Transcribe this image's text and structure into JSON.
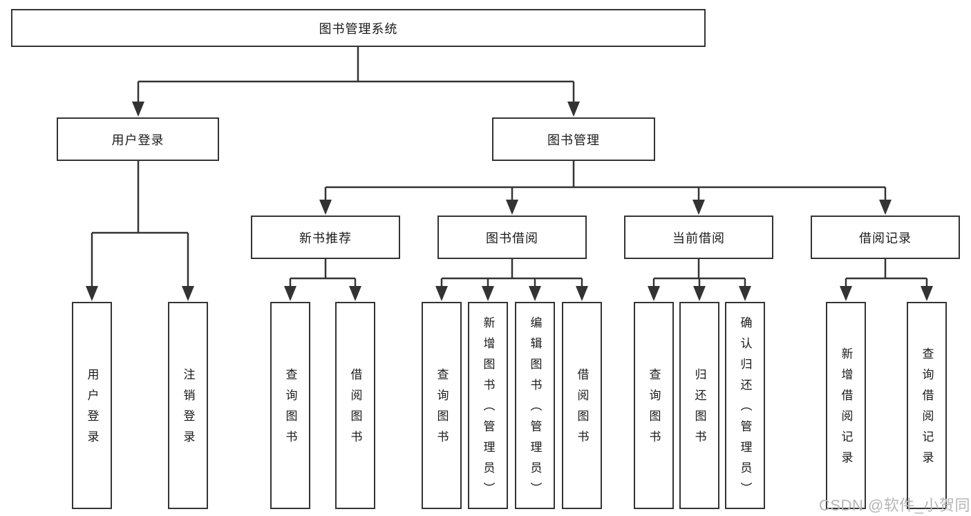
{
  "tree": {
    "root": {
      "label": "图书管理系统"
    },
    "branches": [
      {
        "label": "用户登录",
        "children": [
          {
            "label": "用户登录"
          },
          {
            "label": "注销登录"
          }
        ]
      },
      {
        "label": "图书管理",
        "groups": [
          {
            "label": "新书推荐",
            "children": [
              {
                "label": "查询图书"
              },
              {
                "label": "借阅图书"
              }
            ]
          },
          {
            "label": "图书借阅",
            "children": [
              {
                "label": "查询图书"
              },
              {
                "label": "新增图书（管理员）"
              },
              {
                "label": "编辑图书（管理员）"
              },
              {
                "label": "借阅图书"
              }
            ]
          },
          {
            "label": "当前借阅",
            "children": [
              {
                "label": "查询图书"
              },
              {
                "label": "归还图书"
              },
              {
                "label": "确认归还（管理员）"
              }
            ]
          },
          {
            "label": "借阅记录",
            "children": [
              {
                "label": "新增借阅记录"
              },
              {
                "label": "查询借阅记录"
              }
            ]
          }
        ]
      }
    ]
  },
  "watermark": {
    "text": "CSDN @软件_小贺同学"
  },
  "colors": {
    "line": "#333333",
    "background": "#ffffff",
    "watermark": "#b5b5b5"
  }
}
